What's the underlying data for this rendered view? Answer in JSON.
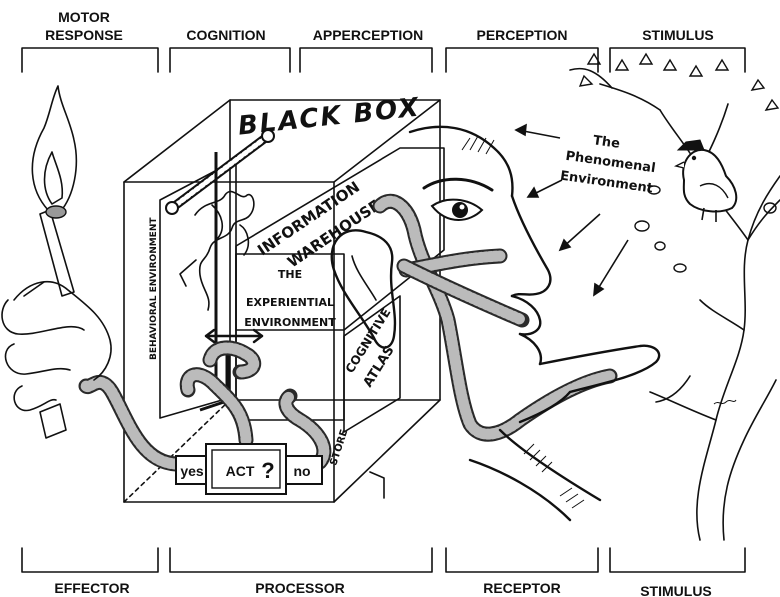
{
  "top_labels": {
    "motor_response_line1": "MOTOR",
    "motor_response_line2": "RESPONSE",
    "cognition": "COGNITION",
    "apperception": "APPERCEPTION",
    "perception": "PERCEPTION",
    "stimulus": "STIMULUS"
  },
  "bottom_labels": {
    "effector": "EFFECTOR",
    "processor": "PROCESSOR",
    "receptor": "RECEPTOR",
    "stimulus": "STIMULUS"
  },
  "box": {
    "title": "BLACK BOX",
    "information_warehouse_line1": "INFORMATION",
    "information_warehouse_line2": "WAREHOUSE",
    "experiential_line1": "THE",
    "experiential_line2": "EXPERIENTIAL",
    "experiential_line3": "ENVIRONMENT",
    "behavioral_environment": "BEHAVIORAL ENVIRONMENT",
    "cognitive_line1": "COGNITIVE",
    "cognitive_line2": "ATLAS",
    "store": "STORE"
  },
  "decision": {
    "yes": "yes",
    "act": "ACT",
    "question": "?",
    "no": "no"
  },
  "phenomenal": {
    "line1": "The",
    "line2": "Phenomenal",
    "line3": "Environment"
  }
}
